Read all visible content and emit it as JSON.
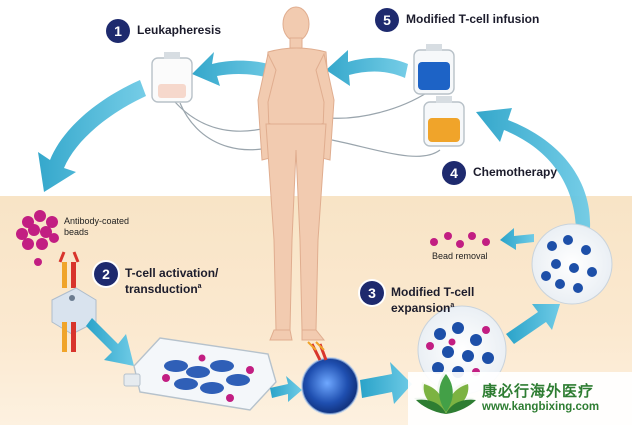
{
  "steps": [
    {
      "num": "1",
      "label": "Leukapheresis"
    },
    {
      "num": "2",
      "label": "T-cell activation/ transduction",
      "sup": "a"
    },
    {
      "num": "3",
      "label": "Modified T-cell expansion",
      "sup": "a"
    },
    {
      "num": "4",
      "label": "Chemotherapy"
    },
    {
      "num": "5",
      "label": "Modified T-cell infusion"
    }
  ],
  "labels": {
    "beads": "Antibody-coated beads",
    "bead_removal": "Bead removal"
  },
  "watermark": {
    "name": "康必行海外医疗",
    "url": "www.kangbixing.com"
  },
  "colors": {
    "arrow": "#2aa3c9",
    "badge": "#1e2a6e",
    "bead": "#c21e82",
    "cell": "#2f5fb7",
    "infusion_bag": "#1d63c6",
    "chemo_bag": "#f0a42a",
    "skin": "#f2cbb0",
    "lower_bg": "#f8e4c6",
    "watermark": "#2e7d32"
  }
}
